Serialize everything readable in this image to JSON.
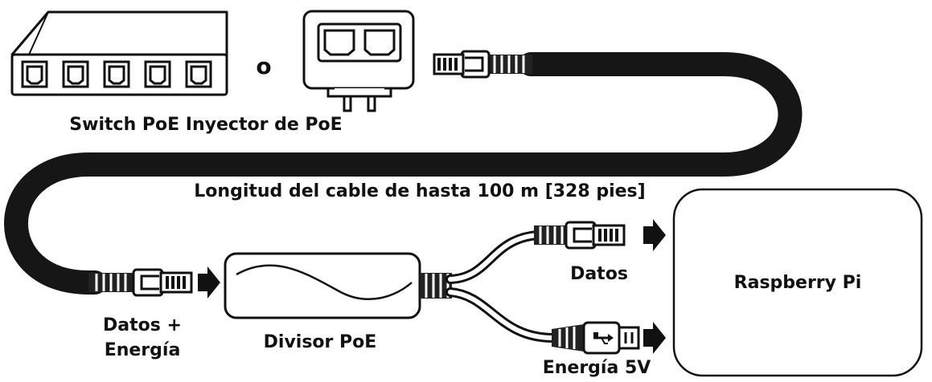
{
  "labels": {
    "switch_injector": "Switch PoE Inyector de PoE",
    "or_word": "o",
    "cable_length": "Longitud del cable de hasta 100 m [328 pies]",
    "data_power_line1": "Datos +",
    "data_power_line2": "Energía",
    "splitter": "Divisor PoE",
    "data": "Datos",
    "power_5v": "Energía 5V",
    "device": "Raspberry Pi"
  },
  "colors": {
    "ink": "#111111",
    "background": "#ffffff",
    "cable": "#161616"
  },
  "icons": {
    "switch": "poe-switch-icon",
    "injector": "poe-injector-icon",
    "ethernet_plug": "rj45-plug-icon",
    "usb_plug": "usb-plug-icon",
    "splitter": "poe-splitter-icon",
    "arrow": "arrow-right-icon"
  }
}
